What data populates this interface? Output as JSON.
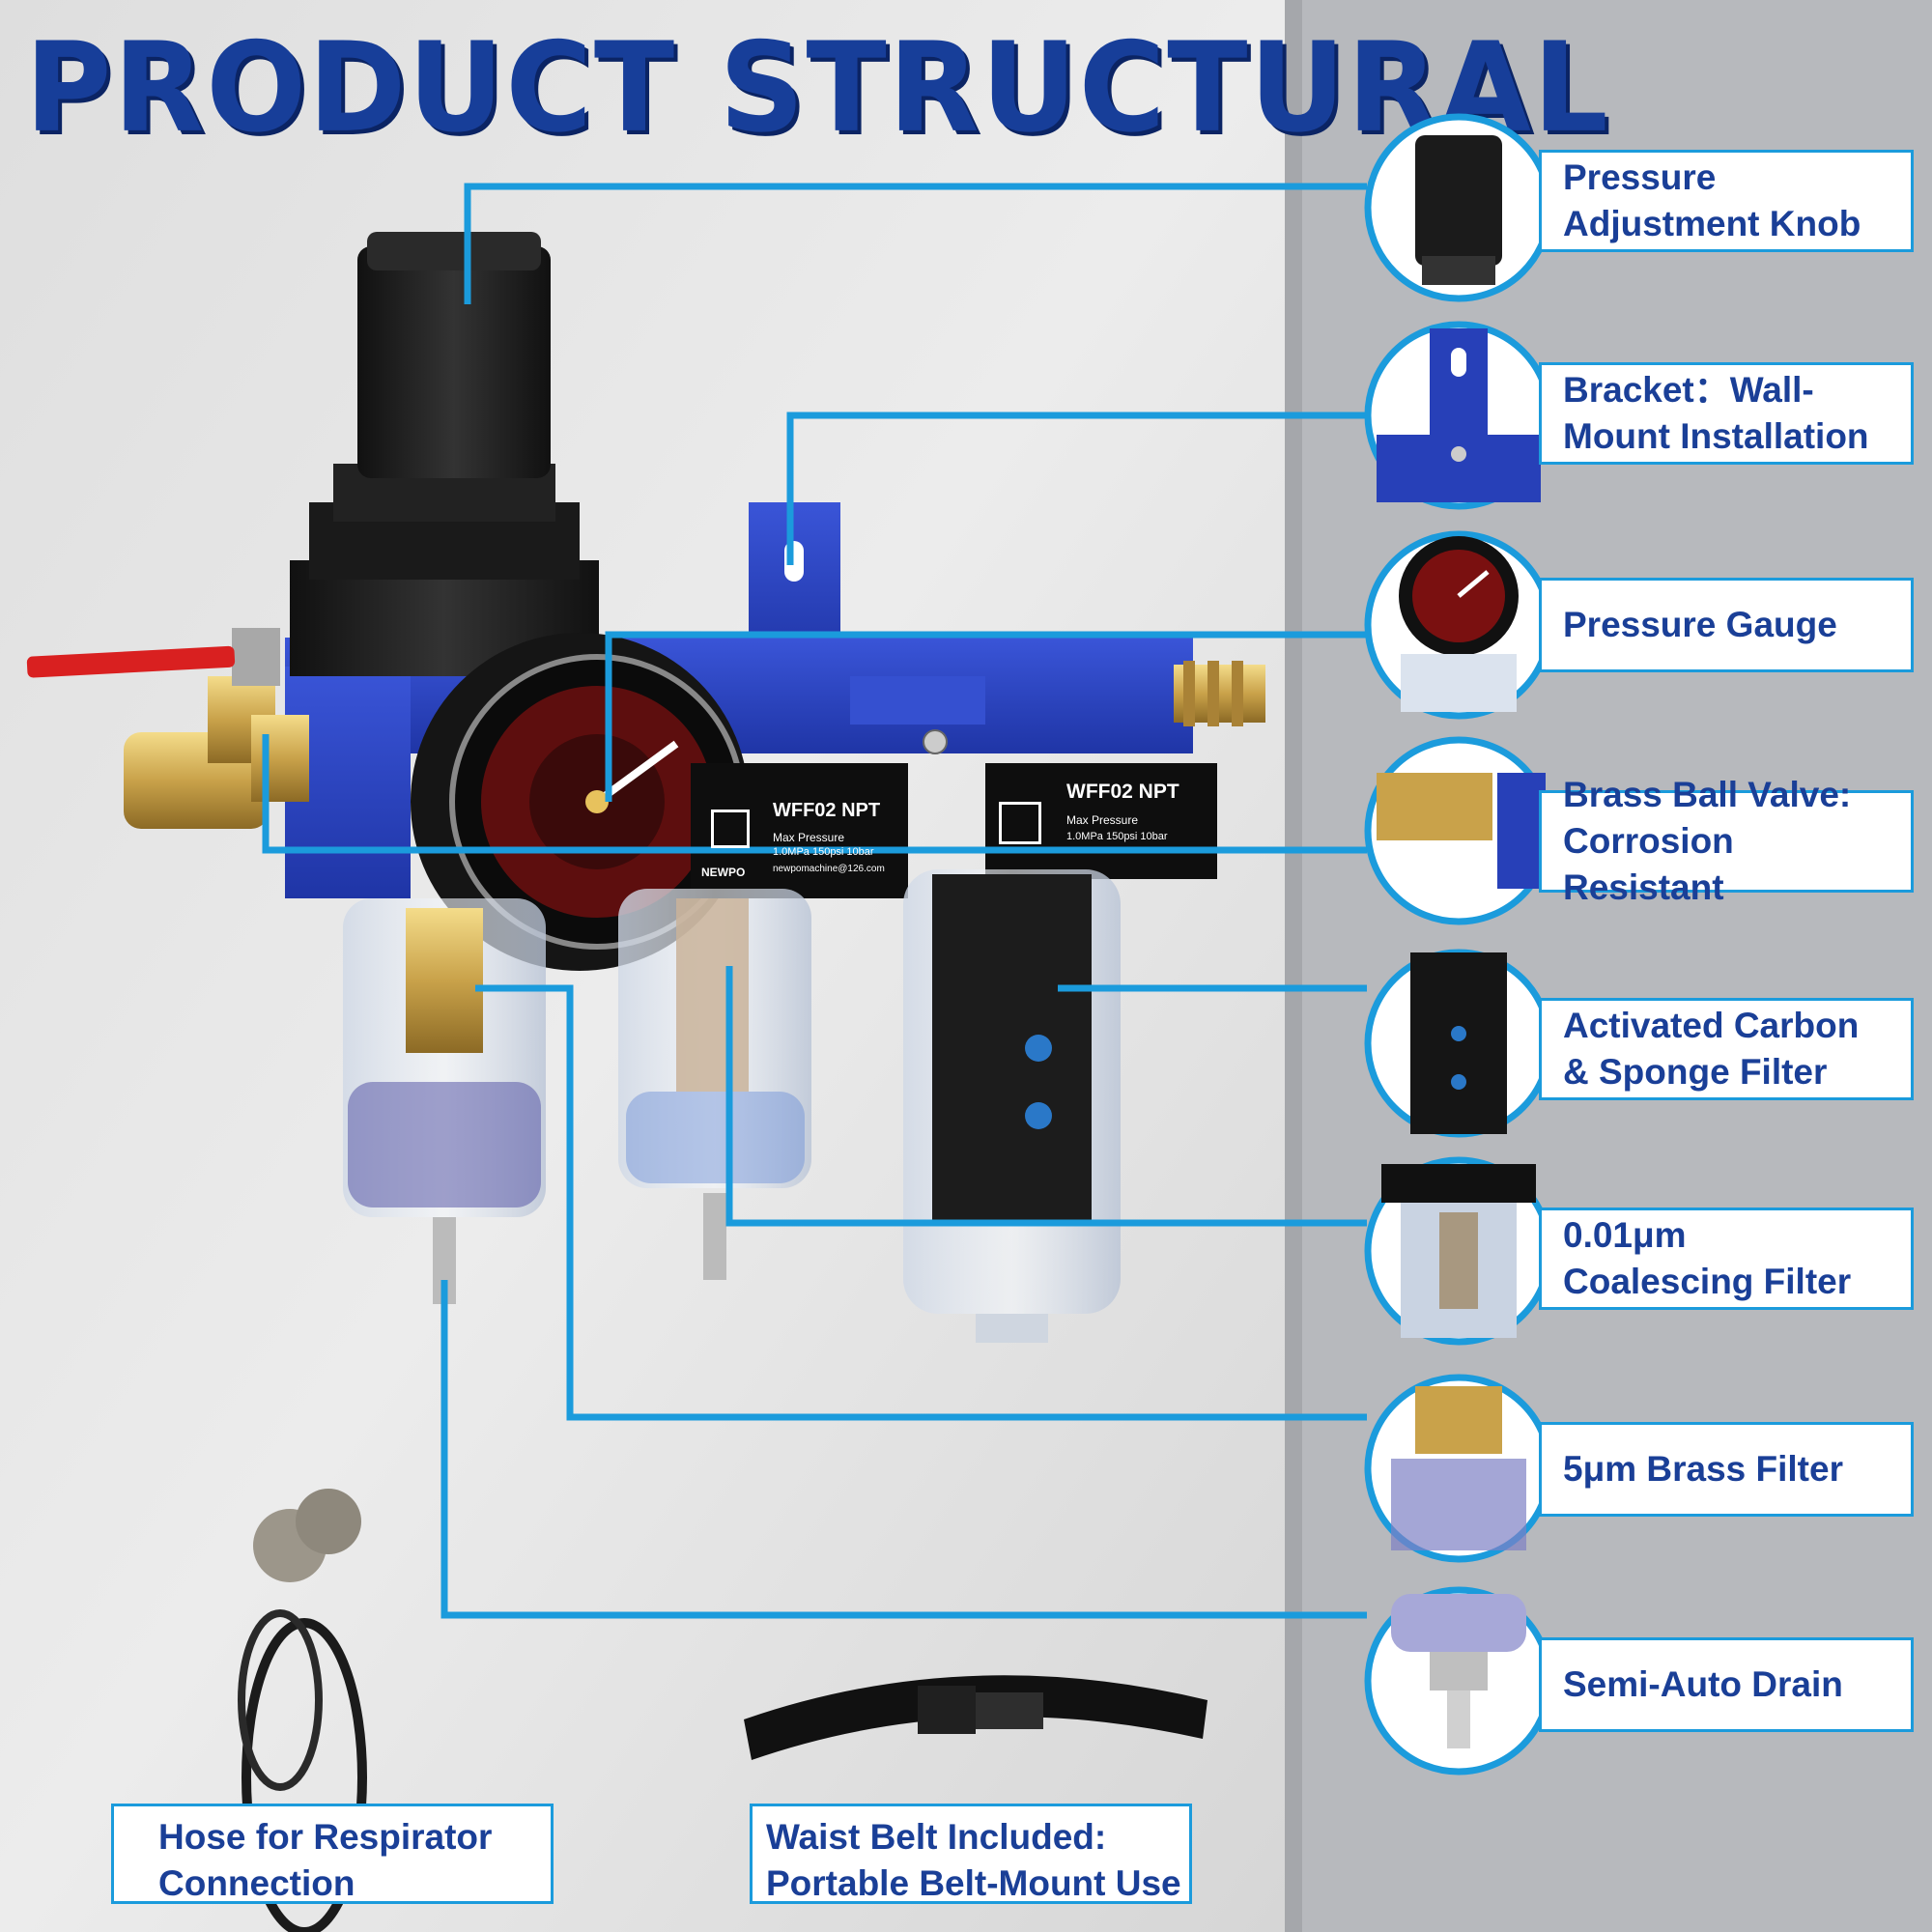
{
  "title": "PRODUCT STRUCTURAL",
  "colors": {
    "title": "#173e99",
    "label_text": "#1a3f97",
    "connector": "#1b9bdc",
    "device_blue": "#2740b8"
  },
  "callouts": [
    {
      "id": "knob",
      "label": "Pressure\nAdjustment Knob",
      "icon": "knob-icon"
    },
    {
      "id": "bracket",
      "label": "Bracket：Wall-\nMount Installation",
      "icon": "bracket-icon"
    },
    {
      "id": "gauge",
      "label": "Pressure Gauge",
      "icon": "gauge-icon"
    },
    {
      "id": "valve",
      "label": "Brass Ball Valve:\nCorrosion Resistant",
      "icon": "valve-icon"
    },
    {
      "id": "carbon",
      "label": "Activated Carbon\n& Sponge Filter",
      "icon": "carbon-filter-icon"
    },
    {
      "id": "coalescing",
      "label": "0.01μm\nCoalescing Filter",
      "icon": "coalescing-filter-icon"
    },
    {
      "id": "brass",
      "label": "5μm Brass Filter",
      "icon": "brass-filter-icon"
    },
    {
      "id": "drain",
      "label": "Semi-Auto Drain",
      "icon": "drain-icon"
    }
  ],
  "product_labels": {
    "model": "WFF02 NPT",
    "max_pressure": "Max Pressure",
    "pressure_value": "1.0MPa 150psi 10bar",
    "email": "newpomachine@126.com",
    "brand": "NEWPO"
  },
  "accessories": {
    "hose": "Hose for Respirator\nConnection",
    "belt": "Waist Belt Included:\nPortable Belt-Mount Use"
  }
}
